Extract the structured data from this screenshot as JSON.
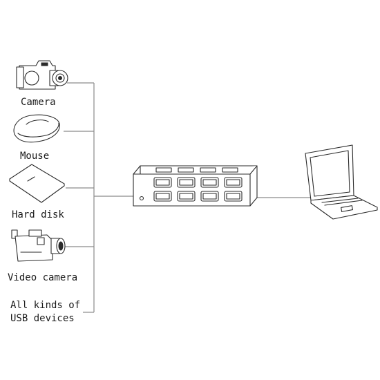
{
  "devices": [
    {
      "label": "Camera",
      "icon": "camera-icon"
    },
    {
      "label": "Mouse",
      "icon": "mouse-icon"
    },
    {
      "label": "Hard disk",
      "icon": "hard-disk-icon"
    },
    {
      "label": "Video camera",
      "icon": "video-camera-icon"
    }
  ],
  "other_devices": {
    "line1": "All kinds of",
    "line2": "USB devices"
  },
  "hub": {
    "icon": "usb-hub-icon",
    "port_count": 8
  },
  "computer": {
    "icon": "laptop-icon"
  }
}
